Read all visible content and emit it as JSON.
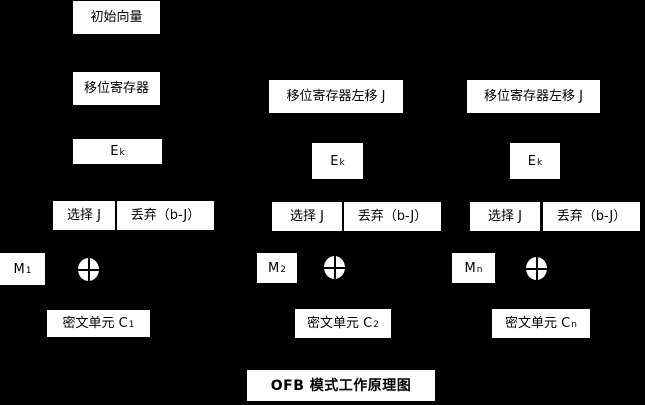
{
  "colors": {
    "background": "#000000",
    "box_fill": "#ffffff",
    "text": "#000000"
  },
  "title": "OFB 模式工作原理图",
  "iv_label": "初始向量",
  "columns": [
    {
      "shift_label": "移位寄存器",
      "ek": {
        "base": "E",
        "sub": "k"
      },
      "select_label": "选择 J",
      "discard_label": "丢弃（b-J）",
      "m": {
        "base": "M",
        "sub": "1"
      },
      "cipher": {
        "base": "密文单元 C",
        "sub": "1"
      }
    },
    {
      "shift_label": "移位寄存器左移 J",
      "ek": {
        "base": "E",
        "sub": "k"
      },
      "select_label": "选择 J",
      "discard_label": "丢弃（b-J）",
      "m": {
        "base": "M",
        "sub": "2"
      },
      "cipher": {
        "base": "密文单元 C",
        "sub": "2"
      }
    },
    {
      "shift_label": "移位寄存器左移 J",
      "ek": {
        "base": "E",
        "sub": "k"
      },
      "select_label": "选择 J",
      "discard_label": "丢弃（b-J）",
      "m": {
        "base": "M",
        "sub": "n"
      },
      "cipher": {
        "base": "密文单元 C",
        "sub": "n"
      }
    }
  ]
}
